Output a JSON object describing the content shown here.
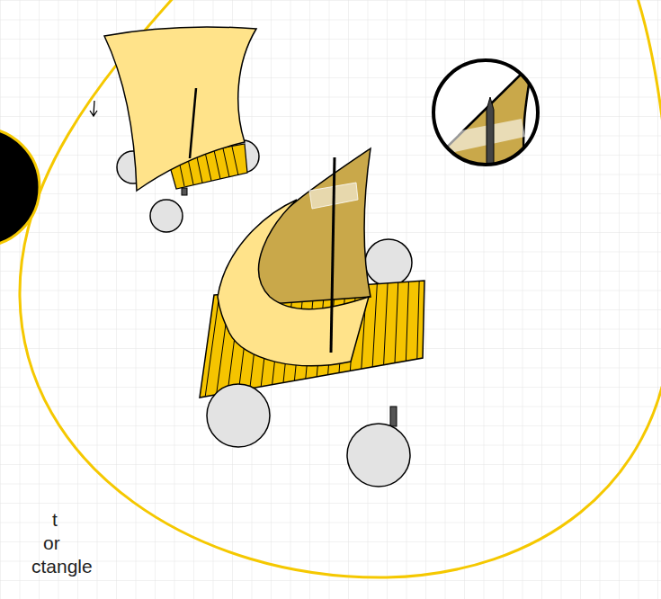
{
  "diagram": {
    "labels": [
      "t",
      "or",
      "ctangle"
    ]
  }
}
